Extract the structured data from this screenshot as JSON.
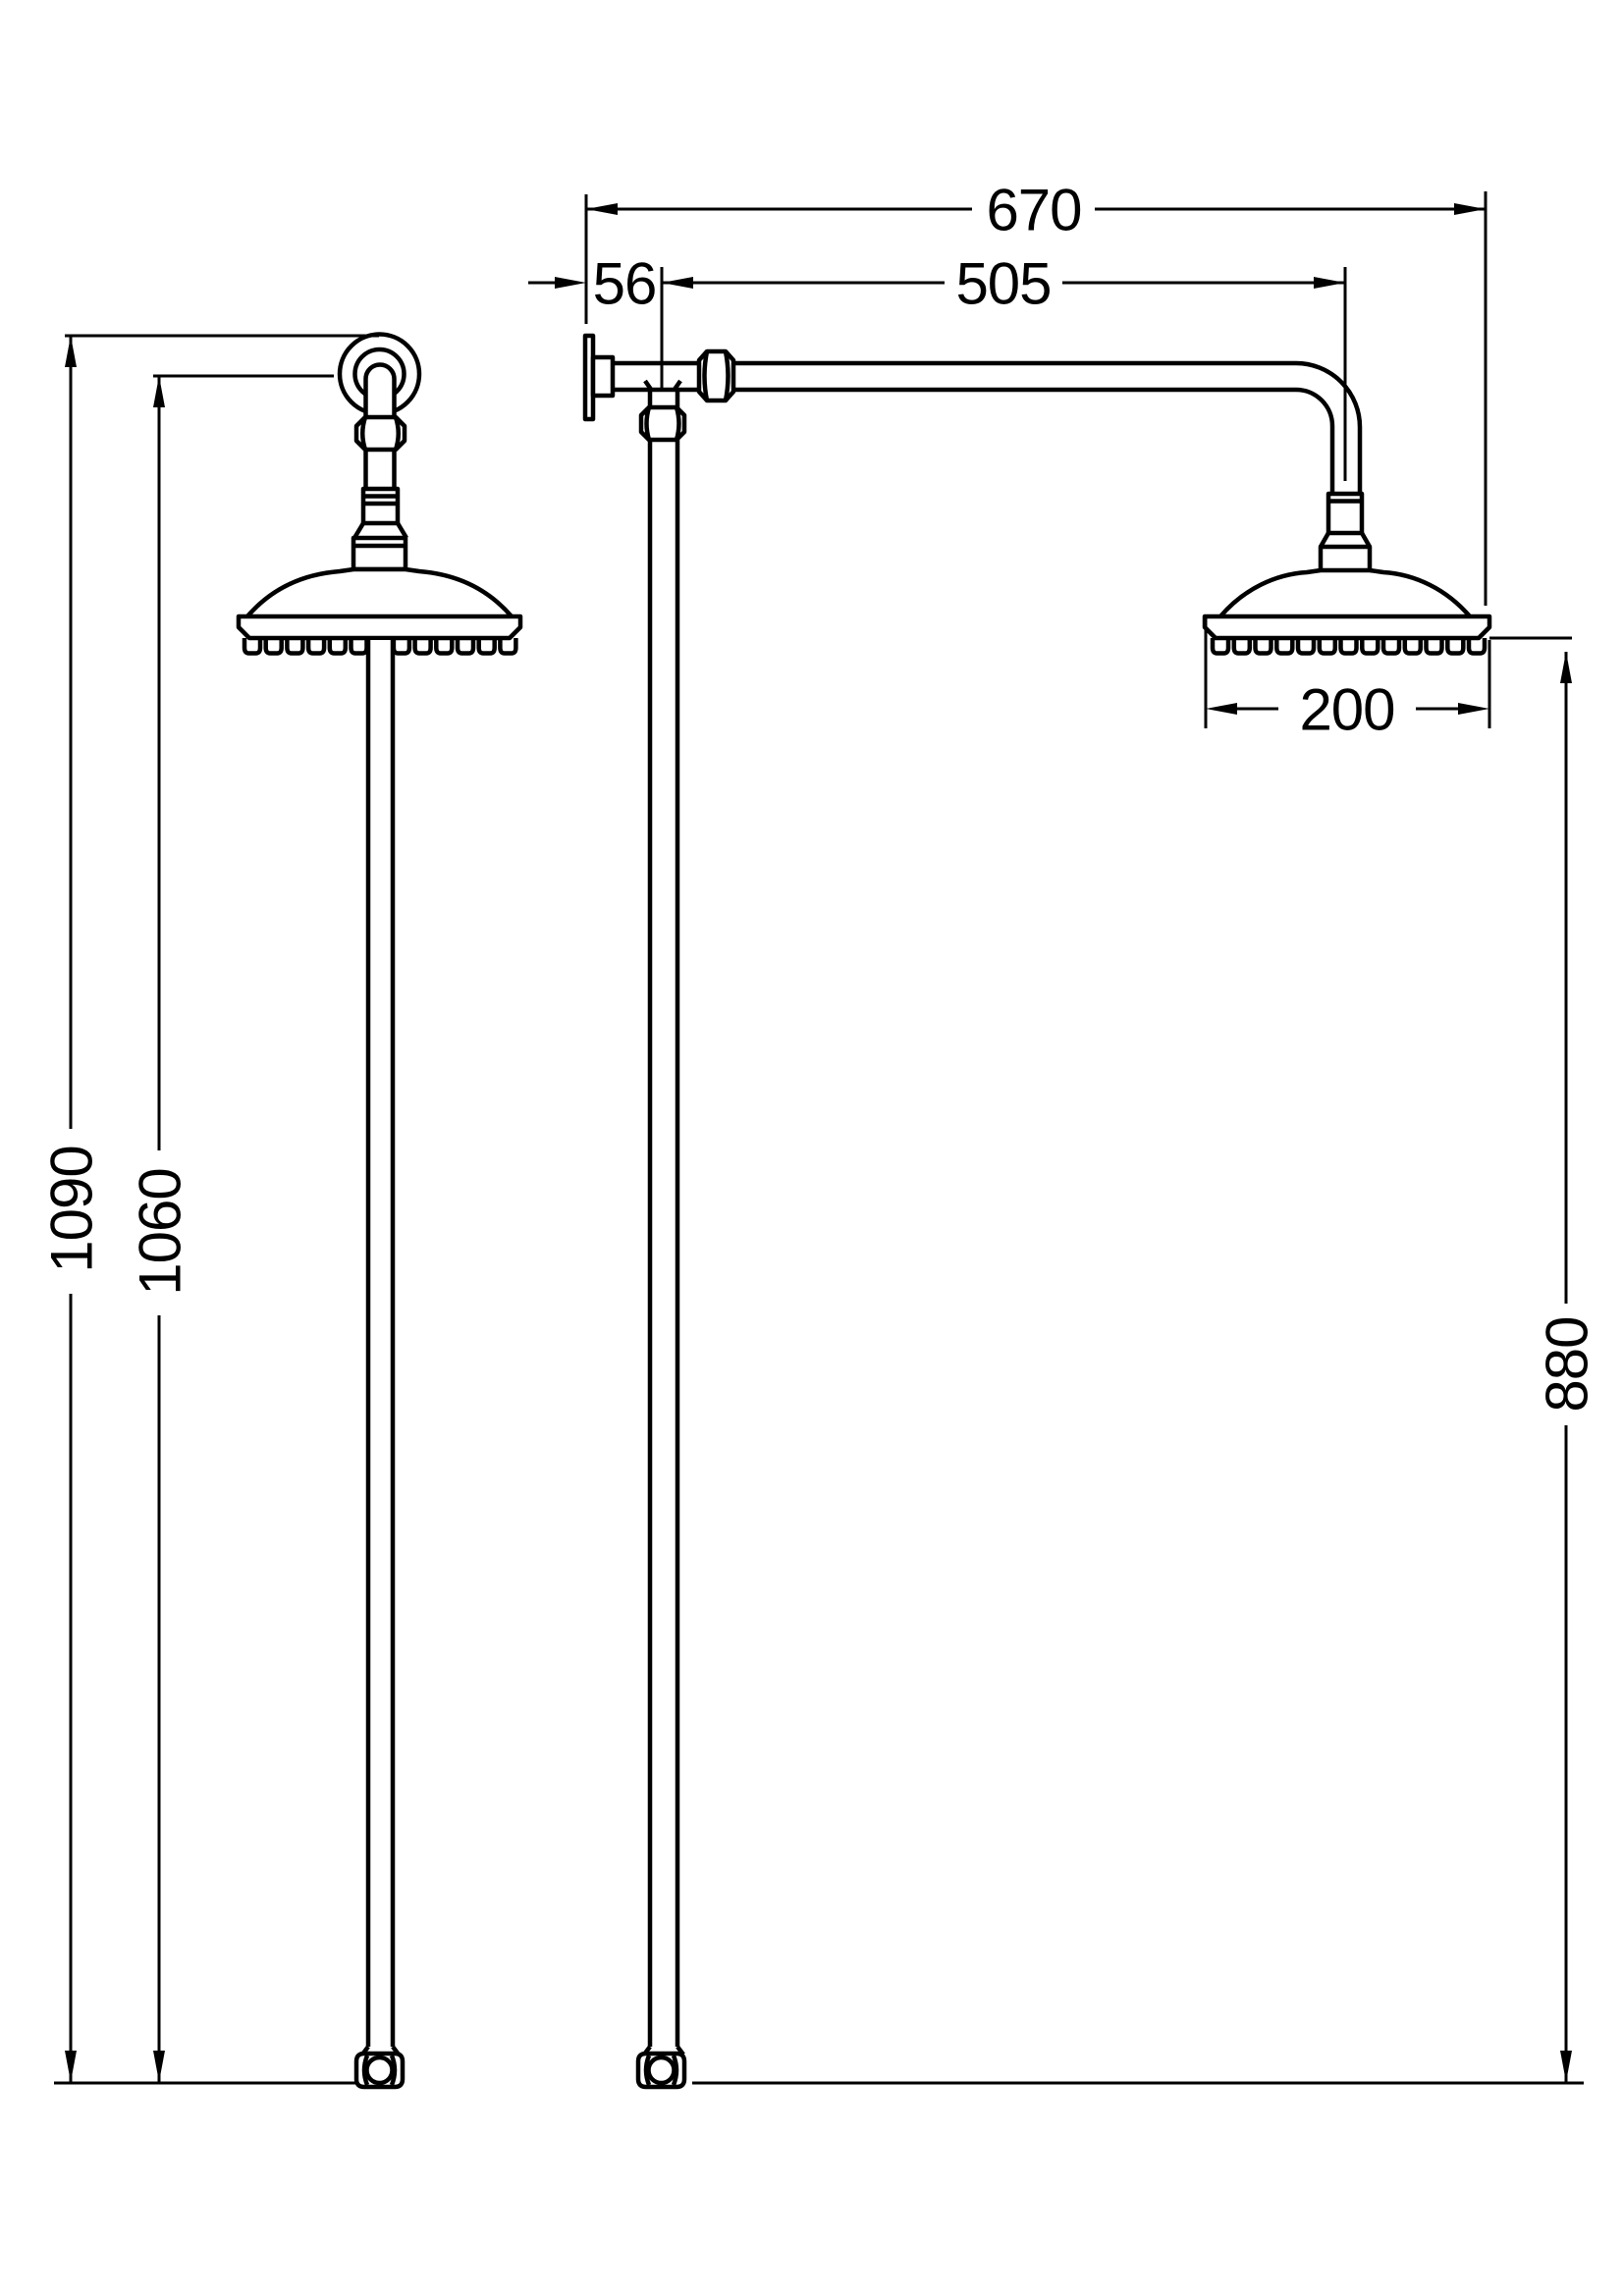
{
  "page": {
    "background_color": "#ffffff",
    "line_color": "#000000",
    "description": "Technical dimension drawing of a traditional rigid riser shower kit, side view (left) and front view (right)"
  },
  "labels": {
    "d670": "670",
    "d505": "505",
    "d56": "56",
    "d200": "200",
    "d1090": "1090",
    "d1060": "1060",
    "d880": "880"
  },
  "dimensions": {
    "front_view": {
      "wall_to_head_edge_mm": "670",
      "riser_centre_to_head_centre_mm": "505",
      "wall_to_riser_centre_mm": "56",
      "shower_head_diameter_mm": "200",
      "head_face_to_riser_base_mm": "880"
    },
    "side_view": {
      "overall_height_mm": "1090",
      "bracket_centre_height_mm": "1060"
    }
  }
}
